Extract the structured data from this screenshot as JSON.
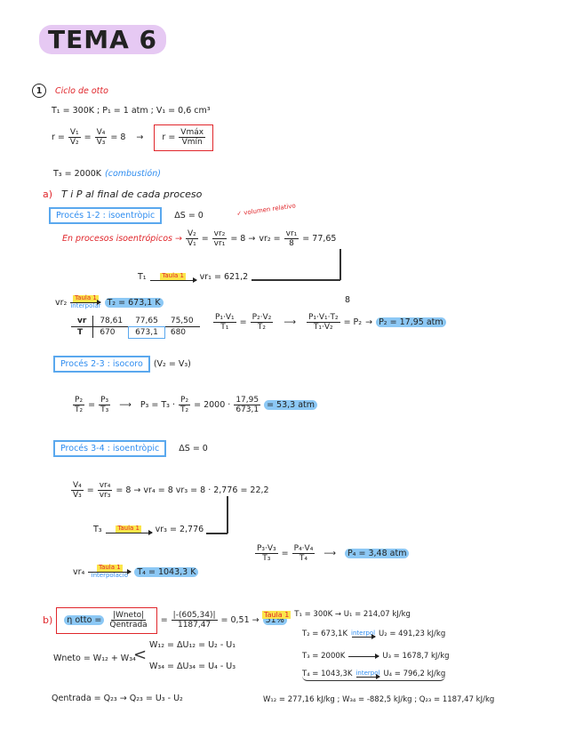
{
  "title": "TEMA 6",
  "problem": {
    "number": "1",
    "name": "Ciclo de otto"
  },
  "given": "T₁ = 300K ; P₁ = 1 atm ; V₁ = 0,6 cm³",
  "ratio": {
    "r": "r =",
    "n1": "V₁",
    "d1": "V₂",
    "eq": "=",
    "n2": "V₄",
    "d2": "V₃",
    "val": "= 8",
    "arrow": "→",
    "box_r": "r =",
    "box_n": "Vmáx",
    "box_d": "Vmín"
  },
  "t3": {
    "text": "T₃ = 2000K",
    "note": "(combustión)"
  },
  "part_a": {
    "label": "a)",
    "text": "T i P al final de cada proceso"
  },
  "proc12": {
    "title": "Procés 1-2 : isoentròpic",
    "ds": "ΔS = 0",
    "note": "✓ volumen relativo",
    "lead": "En procesos isoentrópicos →",
    "f1n": "V₂",
    "f1d": "V₁",
    "f2n": "vr₂",
    "f2d": "vr₁",
    "eq8": "= 8 →",
    "vr2": "vr₂ =",
    "f3n": "vr₁",
    "f3d": "8",
    "res": "= 77,65",
    "t1": "T₁",
    "taula": "Taula 1",
    "vr1": "vr₁ = 621,2",
    "vr2_lbl": "vr₂",
    "interp": "interpolar",
    "t2": "T₂ = 673,1 K",
    "table": {
      "rows": [
        [
          "vr",
          "78,61",
          "77,65",
          "75,50"
        ],
        [
          "T",
          "670",
          "673,1",
          "680"
        ]
      ]
    },
    "g1n": "P₁·V₁",
    "g1d": "T₁",
    "g2n": "P₂·V₂",
    "g2d": "T₂",
    "g3n": "P₁·V₁·T₂",
    "g3d": "T₁·V₂",
    "eight": "8",
    "p2eq": "= P₂",
    "p2": "P₂ = 17,95 atm"
  },
  "proc23": {
    "title": "Procés 2-3 : isocoro",
    "cond": "(V₂ = V₃)",
    "f1n": "P₂",
    "f1d": "T₂",
    "f2n": "P₃",
    "f2d": "T₃",
    "p3": "P₃ = T₃ ·",
    "f3n": "P₂",
    "f3d": "T₂",
    "calc": "= 2000 ·",
    "f4n": "17,95",
    "f4d": "673,1",
    "res": "= 53,3 atm"
  },
  "proc34": {
    "title": "Procés 3-4 : isoentròpic",
    "ds": "ΔS = 0",
    "f1n": "V₄",
    "f1d": "V₃",
    "f2n": "vr₄",
    "f2d": "vr₃",
    "res": "= 8 → vr₄ = 8 vr₃ = 8 · 2,776 = 22,2",
    "t3": "T₃",
    "taula": "Taula 1",
    "vr3": "vr₃ = 2,776",
    "g1n": "P₃·V₃",
    "g1d": "T₃",
    "g2n": "P₄·V₄",
    "g2d": "T₄",
    "p4": "P₄ = 3,48 atm",
    "vr4": "vr₄",
    "interp": "interpolació",
    "t4": "T₄ = 1043,3 K"
  },
  "part_b": {
    "label": "b)",
    "eta": "η otto =",
    "fn": "|Wneto|",
    "fd": "Qentrada",
    "f2n": "|-(605,34)|",
    "f2d": "1187,47",
    "res": "= 0,51 →",
    "pct": "51%",
    "wneto": "Wneto = W₁₂ + W₃₄",
    "w12": "W₁₂ = ΔU₁₂ = U₂ - U₁",
    "w34": "W₃₄ = ΔU₃₄ = U₄ - U₃",
    "qin": "Qentrada = Q₂₃ → Q₂₃ = U₃ - U₂",
    "taula": "Taula 1",
    "u1": "T₁ = 300K → U₁ = 214,07 kJ/kg",
    "u2a": "T₂ = 673,1K",
    "u2i": "interpol",
    "u2b": "U₂ = 491,23 kJ/kg",
    "u3a": "T₃ = 2000K",
    "u3b": "U₃ = 1678,7 kJ/kg",
    "u4a": "T₄ = 1043,3K",
    "u4i": "interpol",
    "u4b": "U₄ = 796,2 kJ/kg",
    "summary": "W₁₂ = 277,16 kJ/kg ; W₃₄ = -882,5 kJ/kg ; Q₂₃ = 1187,47 kJ/kg"
  },
  "colors": {
    "red": "#e0262b",
    "blue": "#2f8df0",
    "highlight": "#8cc8f5",
    "title_bg": "#e6c9f3",
    "yellow": "#fbe54a"
  }
}
